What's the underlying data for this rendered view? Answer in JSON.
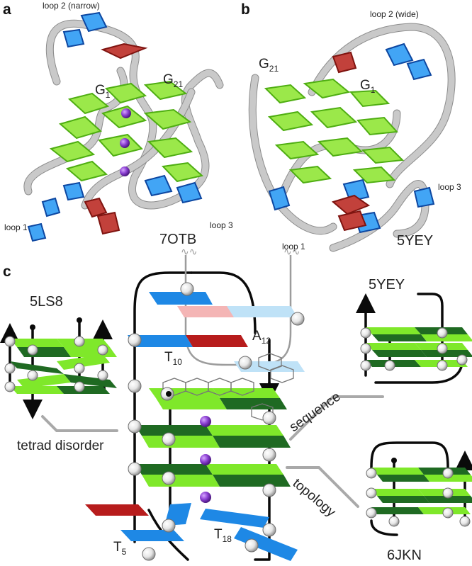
{
  "panels": {
    "a": {
      "letter": "a",
      "loop2": "loop 2 (narrow)",
      "g1_main": "G",
      "g1_sub": "1",
      "g21_main": "G",
      "g21_sub": "21",
      "loop1": "loop 1",
      "loop3": "loop 3",
      "pdb": "7OTB"
    },
    "b": {
      "letter": "b",
      "loop2": "loop 2 (wide)",
      "g21_main": "G",
      "g21_sub": "21",
      "g1_main": "G",
      "g1_sub": "1",
      "loop3": "loop 3",
      "loop1": "loop 1",
      "pdb": "5YEY"
    },
    "c": {
      "letter": "c",
      "topleft_pdb": "5LS8",
      "topright_pdb": "5YEY",
      "bottomright_pdb": "6JKN",
      "a12_main": "A",
      "a12_sub": "12",
      "t10_main": "T",
      "t10_sub": "10",
      "t5_main": "T",
      "t5_sub": "5",
      "t18_main": "T",
      "t18_sub": "18",
      "tetrad_disorder": "tetrad disorder",
      "sequence": "sequence",
      "topology": "topology"
    }
  },
  "colors": {
    "light_green": "#7fe82a",
    "dark_green": "#1f6a22",
    "blue": "#1e88e5",
    "red": "#b71c1c",
    "purple": "#7b2fbe",
    "tube": "#c9c9c9"
  }
}
